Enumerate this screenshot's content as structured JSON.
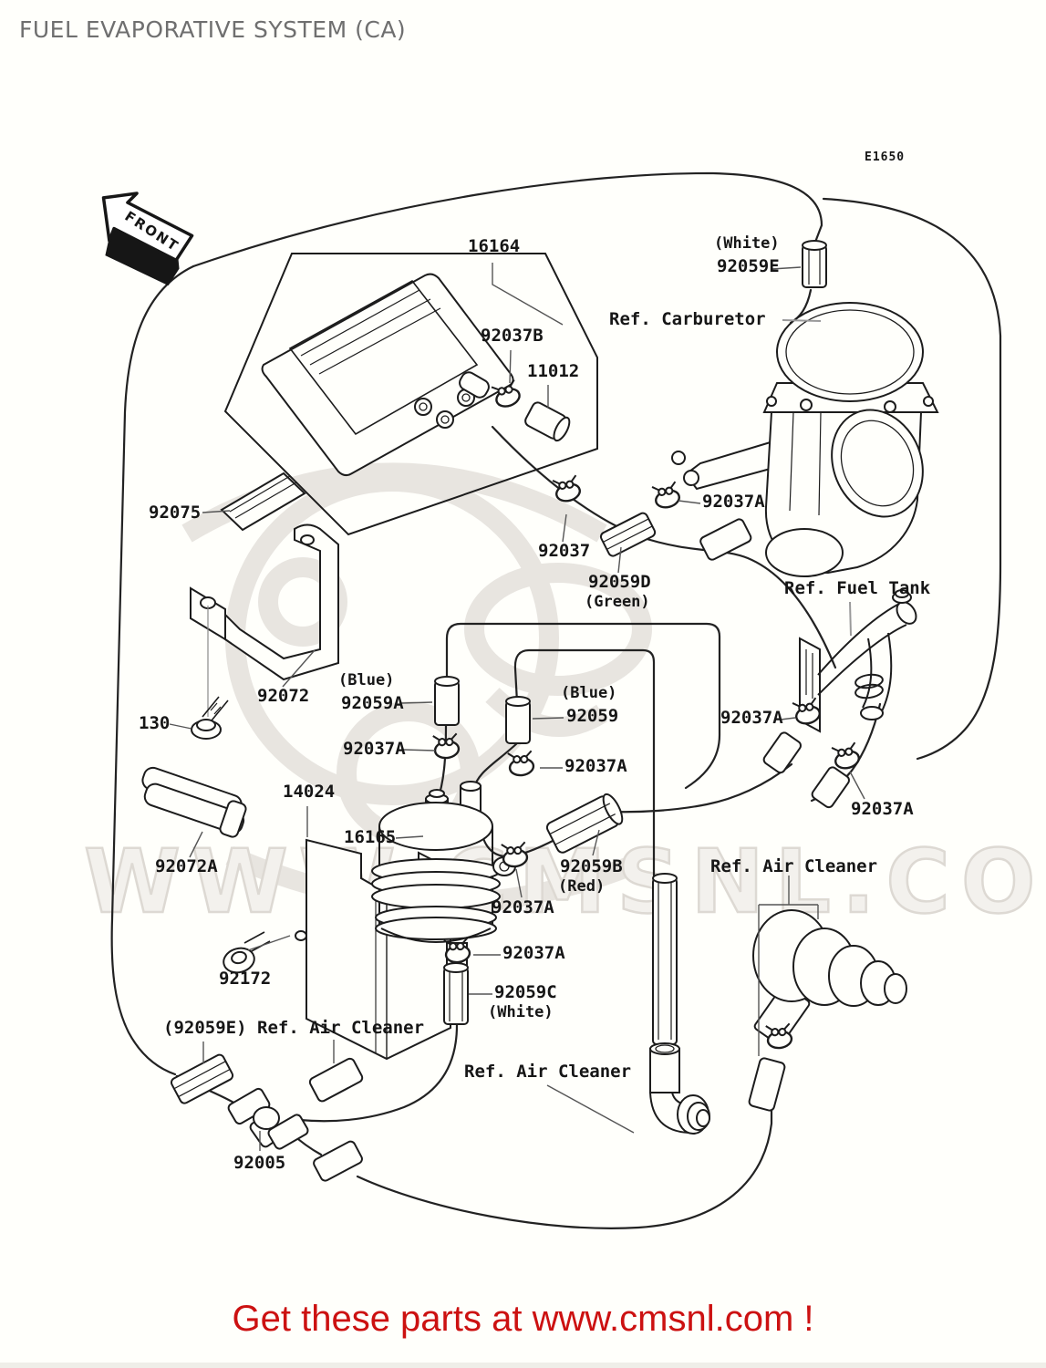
{
  "title": "FUEL EVAPORATIVE SYSTEM (CA)",
  "front_marker": "FRONT",
  "watermark": {
    "text": "WWW.CMSNL.COM"
  },
  "footer": {
    "text": "Get these parts at www.cmsnl.com !"
  },
  "colors": {
    "title_gray": "#6f6f6f",
    "footer_red": "#cc1111",
    "line_black": "#1c1c1c",
    "watermark_gray": "#dcd8d2",
    "background": "#fffffb"
  },
  "labels": [
    {
      "text": "16164"
    },
    {
      "text": "92037B"
    },
    {
      "text": "11012"
    },
    {
      "text": "(White)"
    },
    {
      "text": "92059E"
    },
    {
      "text": "Ref. Carburetor"
    },
    {
      "text": "E1650"
    },
    {
      "text": "92075"
    },
    {
      "text": "92037"
    },
    {
      "text": "92059D"
    },
    {
      "text": "(Green)"
    },
    {
      "text": "92037A"
    },
    {
      "text": "Ref. Fuel Tank"
    },
    {
      "text": "92072"
    },
    {
      "text": "130"
    },
    {
      "text": "(Blue)"
    },
    {
      "text": "92059A"
    },
    {
      "text": "(Blue)"
    },
    {
      "text": "92059"
    },
    {
      "text": "92037A"
    },
    {
      "text": "92037A"
    },
    {
      "text": "92037A"
    },
    {
      "text": "92037A"
    },
    {
      "text": "14024"
    },
    {
      "text": "16165"
    },
    {
      "text": "92059B"
    },
    {
      "text": "(Red)"
    },
    {
      "text": "Ref. Air Cleaner"
    },
    {
      "text": "92072A"
    },
    {
      "text": "92037A"
    },
    {
      "text": "92037A"
    },
    {
      "text": "92059C"
    },
    {
      "text": "(White)"
    },
    {
      "text": "92172"
    },
    {
      "text": "(92059E)"
    },
    {
      "text": "Ref. Air Cleaner"
    },
    {
      "text": "Ref. Air Cleaner"
    },
    {
      "text": "92005"
    }
  ]
}
